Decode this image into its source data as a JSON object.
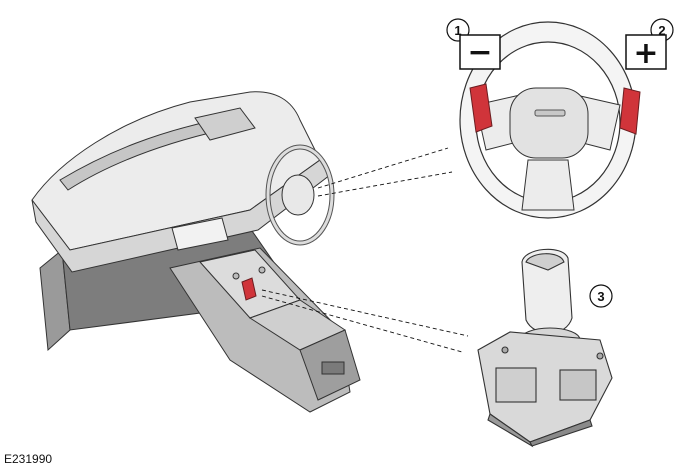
{
  "figure": {
    "id": "E231990"
  },
  "callouts": [
    {
      "number": "1",
      "symbol": "−"
    },
    {
      "number": "2",
      "symbol": "+"
    },
    {
      "number": "3",
      "symbol": ""
    }
  ],
  "colors": {
    "paddle_red": "#d0343a",
    "line": "#111111",
    "body_fill": "#e6e6e6",
    "shade": "#bdbdbd"
  }
}
